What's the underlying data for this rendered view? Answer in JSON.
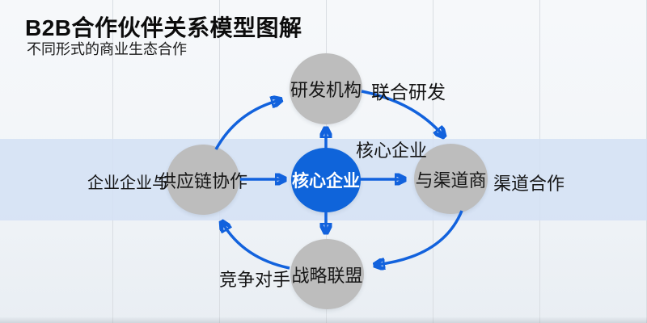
{
  "header": {
    "title": "B2B合作伙伴关系模型图解",
    "subtitle": "不同形式的商业生态合作"
  },
  "diagram": {
    "nodes": {
      "center": {
        "label": "核心企业"
      },
      "top": {
        "label": "研发机构"
      },
      "left": {
        "label": "供应链协作"
      },
      "right": {
        "label": "与渠道商"
      },
      "bottom": {
        "label": "战略联盟"
      }
    },
    "annotations": {
      "joint_rd": "联合研发",
      "core_enterprise": "核心企业",
      "enterprise_with": "企业企业与",
      "channel_coop": "渠道合作",
      "competitors": "竞争对手"
    },
    "flows": [
      "center->top",
      "center->right",
      "center->bottom",
      "left->center",
      "left->top",
      "top->right",
      "right->bottom",
      "bottom->left"
    ]
  },
  "appearance": {
    "arrow_blue": "#1262dd",
    "node_blue": "#0f64da",
    "node_gray": "#bdbdbd",
    "band_blue": "#d4e1f4",
    "text_ink": "#141414"
  }
}
